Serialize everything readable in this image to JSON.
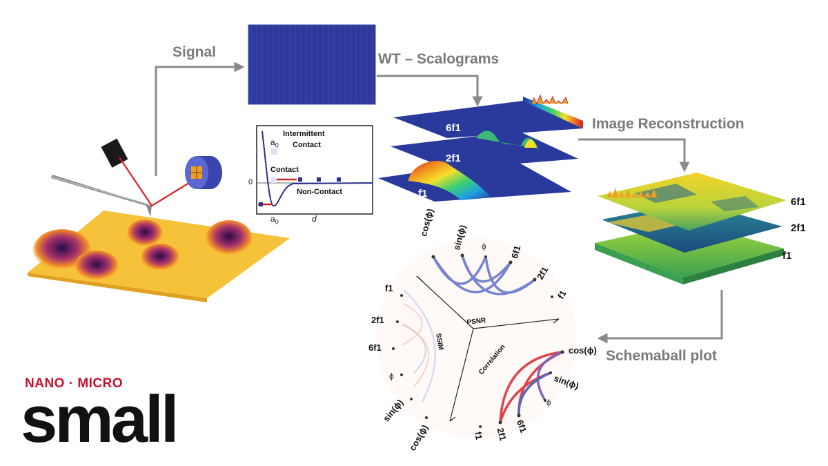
{
  "flow": {
    "signal": "Signal",
    "wt_scalograms": "WT – Scalograms",
    "image_reconstruction": "Image Reconstruction",
    "schemaball_plot": "Schemaball plot"
  },
  "force_curve": {
    "intermittent_line1": "Intermittent",
    "intermittent_line2": "Contact",
    "a0_top": "a",
    "a0_sub": "0",
    "contact": "Contact",
    "non_contact": "Non-Contact",
    "zero": "0",
    "a0_axis": "a",
    "a0_axis_sub": "0",
    "d_axis": "d"
  },
  "scalograms": {
    "top": "6f1",
    "mid": "2f1",
    "bottom": "f1"
  },
  "reconstruction": {
    "top": "6f1",
    "mid": "2f1",
    "bottom": "f1"
  },
  "schemaball": {
    "sectors": {
      "psnr": "PSNR",
      "ssim": "SSIM",
      "correlation": "Correlation"
    },
    "top_nodes": [
      "cos(ϕ)",
      "sin(ϕ)",
      "ϕ",
      "6f1",
      "2f1",
      "f1"
    ],
    "left_nodes": [
      "f1",
      "2f1",
      "6f1",
      "ϕ",
      "sin(ϕ)",
      "cos(ϕ)"
    ],
    "right_nodes": [
      "cos(ϕ)",
      "sin(ϕ)",
      "ϕ",
      "6f1",
      "2f1",
      "f1"
    ]
  },
  "logo": {
    "top": "NANO · MICRO",
    "main": "small"
  },
  "colors": {
    "arrow": "#8a8a8a",
    "signal_blue": "#2d3a9c",
    "psnr_blue": "#4a5cc0",
    "correlation_red": "#d9262c",
    "logo_red": "#c8102e"
  }
}
